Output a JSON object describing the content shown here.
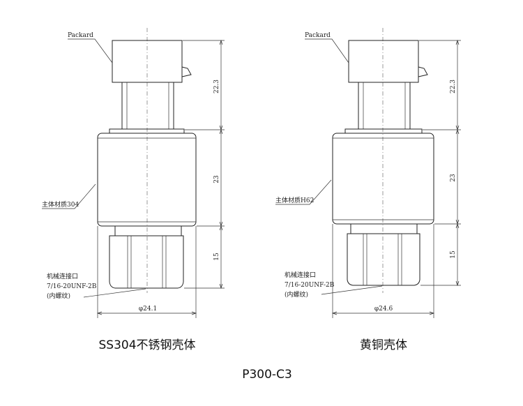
{
  "left": {
    "connector_label": "Packard",
    "body_material_label": "主体材质304",
    "thread_label_line1": "机械连接口",
    "thread_label_line2": "7/16-20UNF-2B",
    "thread_label_line3": "(内螺纹)",
    "dim_top": "22.3",
    "dim_middle": "23",
    "dim_bottom": "15",
    "dim_diameter": "φ24.1",
    "caption": "SS304不锈钢壳体"
  },
  "right": {
    "connector_label": "Packard",
    "body_material_label": "主体材质H62",
    "thread_label_line1": "机械连接口",
    "thread_label_line2": "7/16-20UNF-2B",
    "thread_label_line3": "(内螺纹)",
    "dim_top": "22.3",
    "dim_middle": "23",
    "dim_bottom": "15",
    "dim_diameter": "φ24.6",
    "caption": "黄铜壳体"
  },
  "model_name": "P300-C3"
}
